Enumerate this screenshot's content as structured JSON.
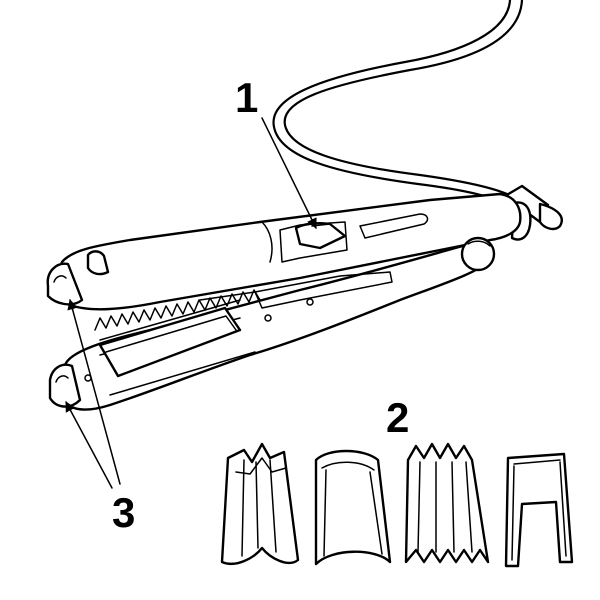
{
  "labels": {
    "switch": "1",
    "attachments": "2",
    "buttons": "3"
  },
  "colors": {
    "line": "#000000",
    "background": "#ffffff"
  }
}
